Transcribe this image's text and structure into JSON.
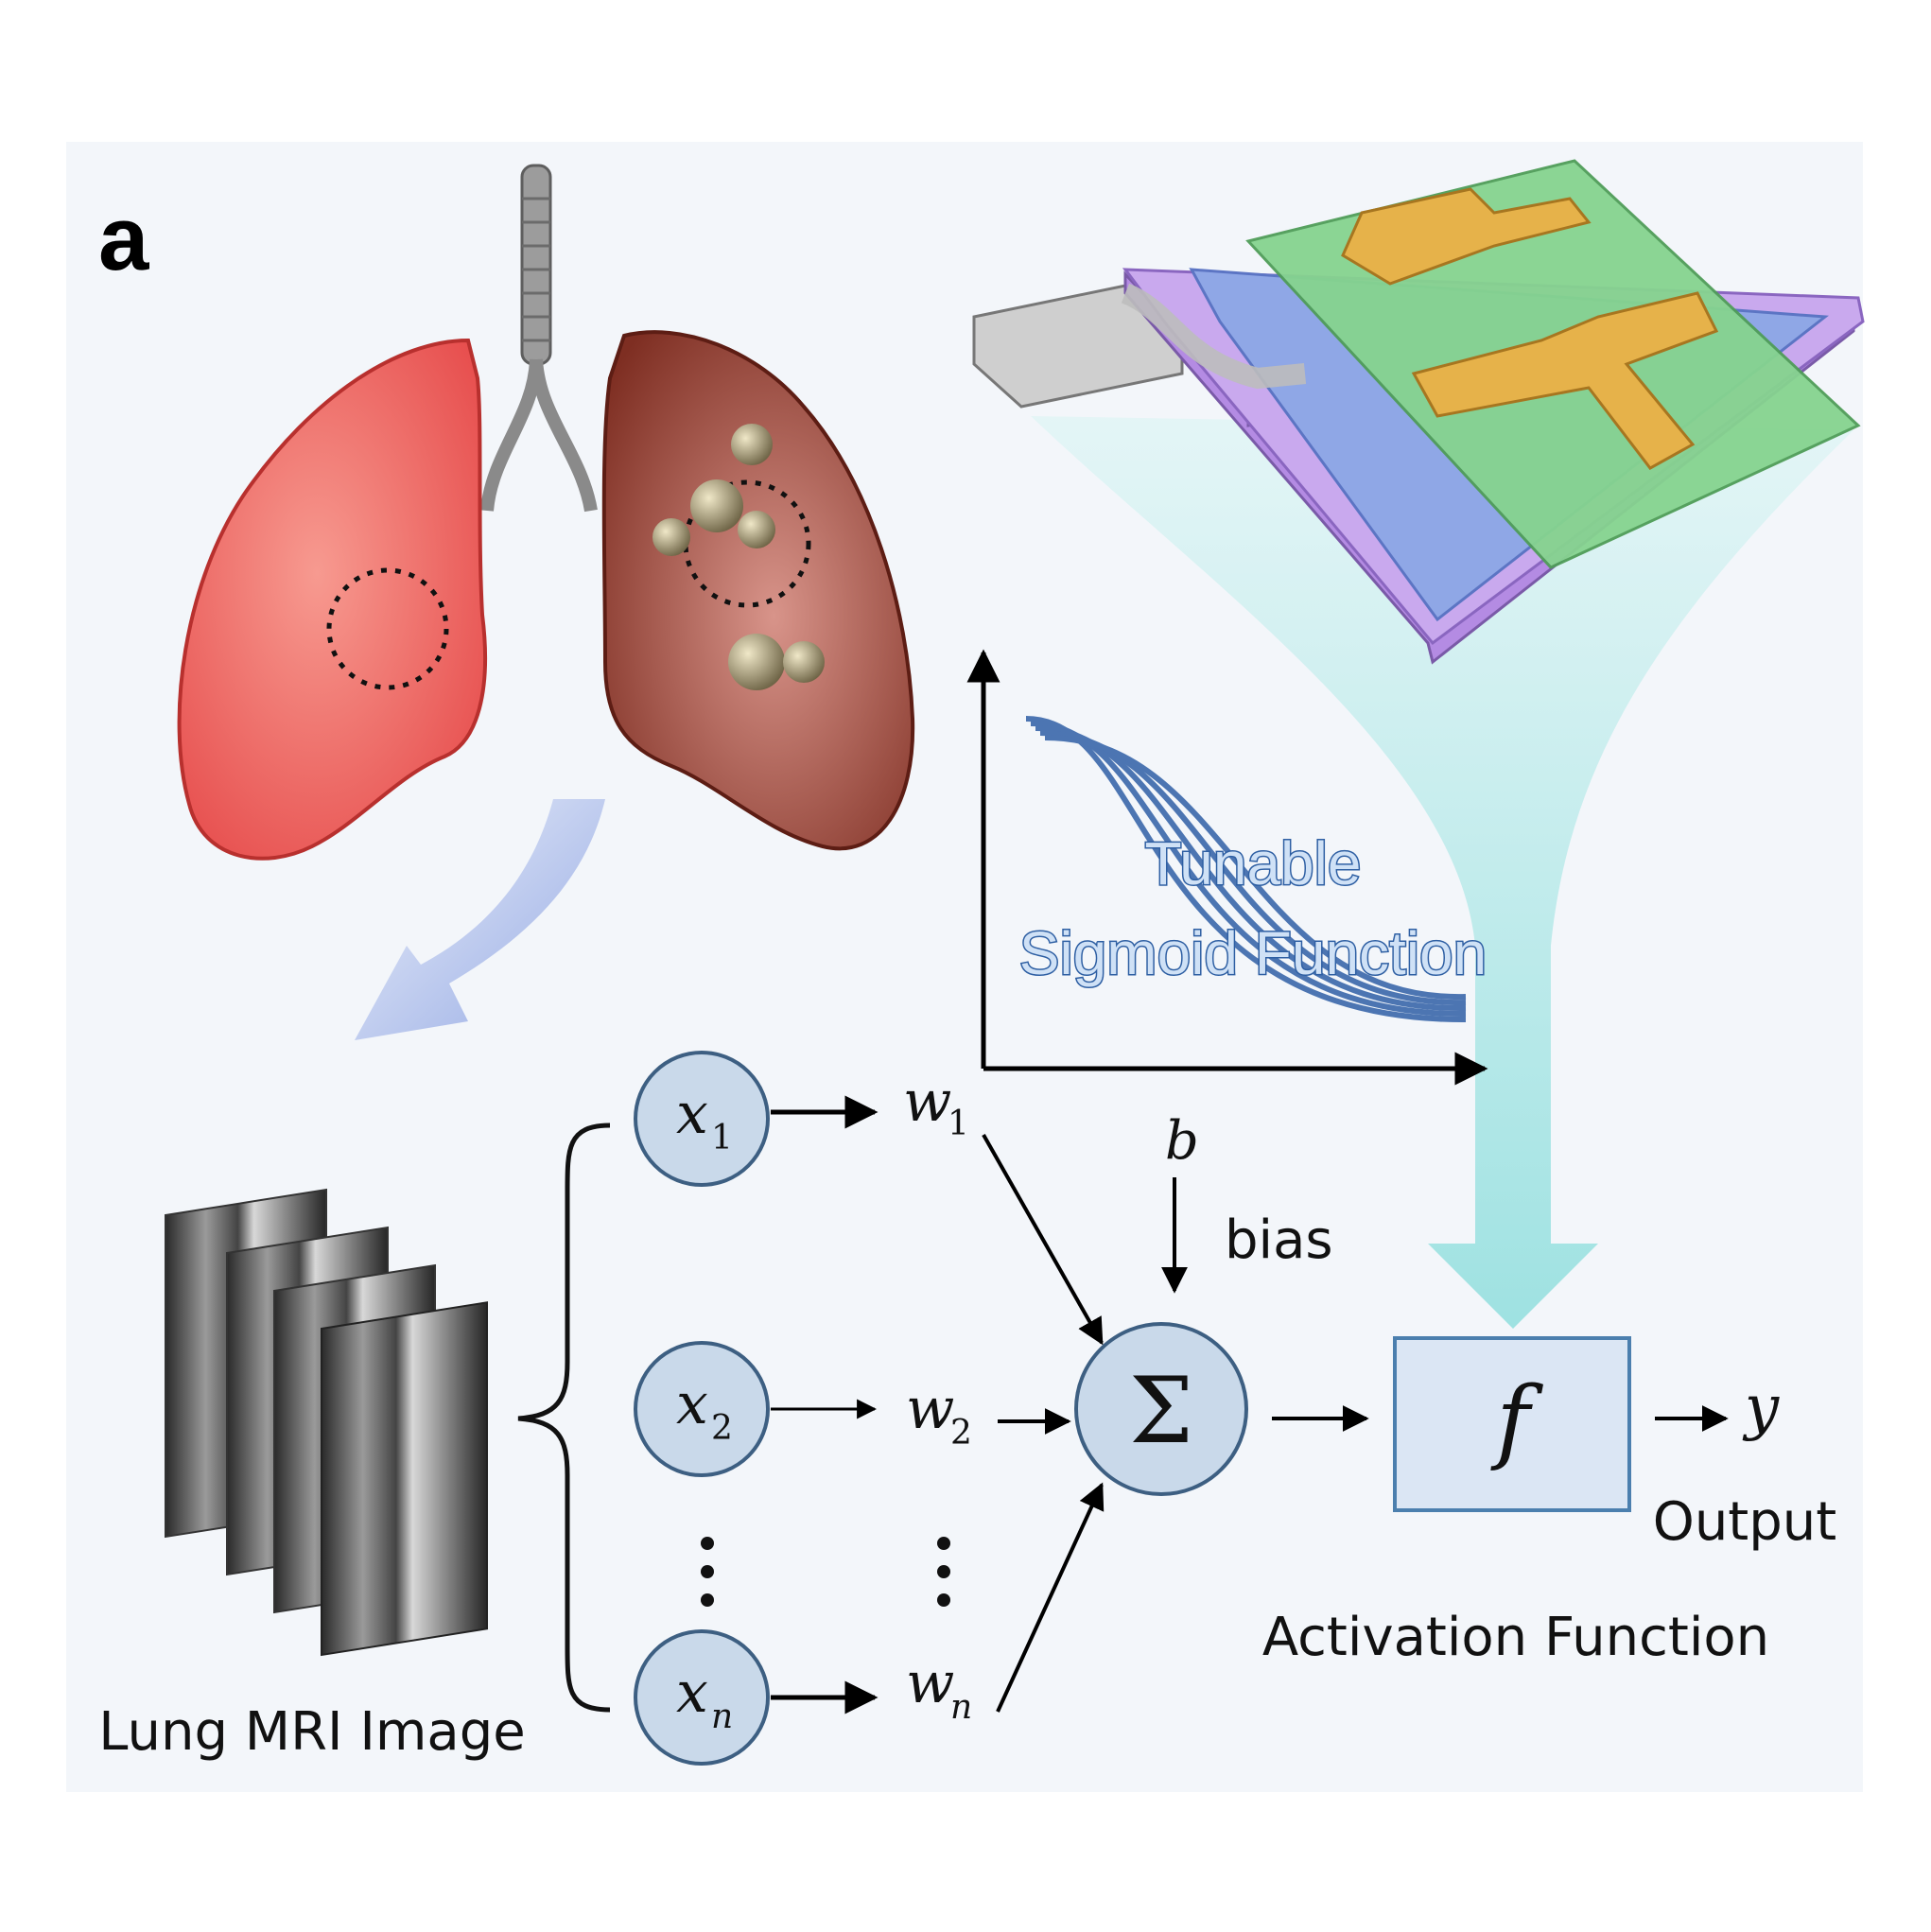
{
  "panel_label": "a",
  "lung_image_label": "Lung MRI Image",
  "sigmoid_label": [
    "Tunable",
    "Sigmoid Function"
  ],
  "activation_label": "Activation Function",
  "output_label": "Output",
  "bias_label": "bias",
  "bias_symbol": "b",
  "activation_symbol": "f",
  "output_symbol": "y",
  "sum_symbol": "Σ",
  "inputs": [
    {
      "symbol": "x",
      "sub": "1"
    },
    {
      "symbol": "x",
      "sub": "2"
    },
    {
      "symbol": "x",
      "sub": "n"
    }
  ],
  "weights": [
    {
      "symbol": "w",
      "sub": "1"
    },
    {
      "symbol": "w",
      "sub": "2"
    },
    {
      "symbol": "w",
      "sub": "n"
    }
  ],
  "colors": {
    "background_panel": "#f3f6fa",
    "node_fill": "#c9d9ea",
    "node_stroke": "#3d5f82",
    "activation_box": "#dbe6f4",
    "funnel": "#9fe3e2",
    "healthy_lung": "#ea5a5a",
    "diseased_lung": "#8e3a2c",
    "sigmoid_curve": "#2f5fa6",
    "electrode": "#e6b24a",
    "layer_green": "#86d48f",
    "layer_blue": "#8fa7e6",
    "layer_purple": "#b48be3"
  }
}
